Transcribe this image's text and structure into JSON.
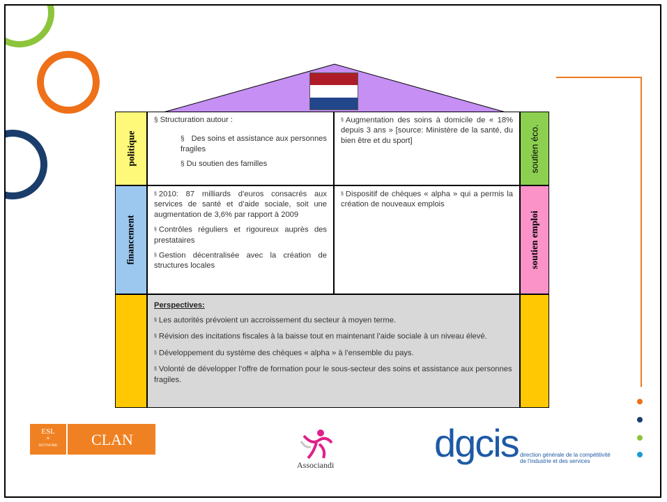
{
  "colors": {
    "green": "#8cc43c",
    "orange": "#ee7018",
    "navy": "#1a3d6b",
    "blue": "#1e9ad6",
    "roof": "#c58ff3",
    "yellow": "#fff97a",
    "light_blue": "#9cc8ef",
    "gold": "#ffc802",
    "light_green": "#8dd051",
    "pink": "#fb93c9",
    "grey_box": "#d8d8d8"
  },
  "flag": {
    "stripes": [
      "#ae1c28",
      "#ffffff",
      "#21468b"
    ]
  },
  "pillars": {
    "left": [
      "politique",
      "financement",
      ""
    ],
    "right": [
      "soutien éco.",
      "soutien emploi",
      ""
    ]
  },
  "cells": {
    "r1c1": {
      "intro": "Structuration autour :",
      "item1": "Des soins et assistance aux personnes fragiles",
      "item2": "Du soutien des familles",
      "bullet": "§"
    },
    "r1c2": {
      "text": "Augmentation des soins à domicile de « 18% depuis 3 ans » [source: Ministère de la santé, du bien être et du sport]"
    },
    "r2c1": {
      "p1": "2010: 87 milliards d’euros consacrés aux services de santé et d’aide sociale, soit une augmentation de 3,6% par rapport à 2009",
      "p2": "Contrôles réguliers et rigoureux auprès des prestataires",
      "p3": "Gestion décentralisée avec la création de structures locales"
    },
    "r2c2": {
      "text": "Dispositif de chèques « alpha » qui a permis la création de nouveaux emplois"
    }
  },
  "perspectives": {
    "title": "Perspectives:",
    "items": [
      "Les autorités prévoient un accroissement du secteur à moyen terme.",
      "Révision des incitations fiscales à la baisse tout en maintenant l’aide sociale à un niveau élevé.",
      "Développement du système des chèques « alpha » à l’ensemble du pays.",
      "Volonté de développer l’offre de formation pour le sous-secteur des soins et assistance aux personnes fragiles."
    ]
  },
  "logos": {
    "esl_line1": "ESL",
    "esl_line2": "&",
    "esl_line3": "NETWORK",
    "clan": "CLAN",
    "associandi": "Associandi",
    "dgcis": "dgcis",
    "dgcis_sub1": "direction générale de la compétitivité",
    "dgcis_sub2": "de l’industrie et des services"
  },
  "side_dots": [
    "#ee7018",
    "#1a3d6b",
    "#8cc43c",
    "#1e9ad6"
  ]
}
